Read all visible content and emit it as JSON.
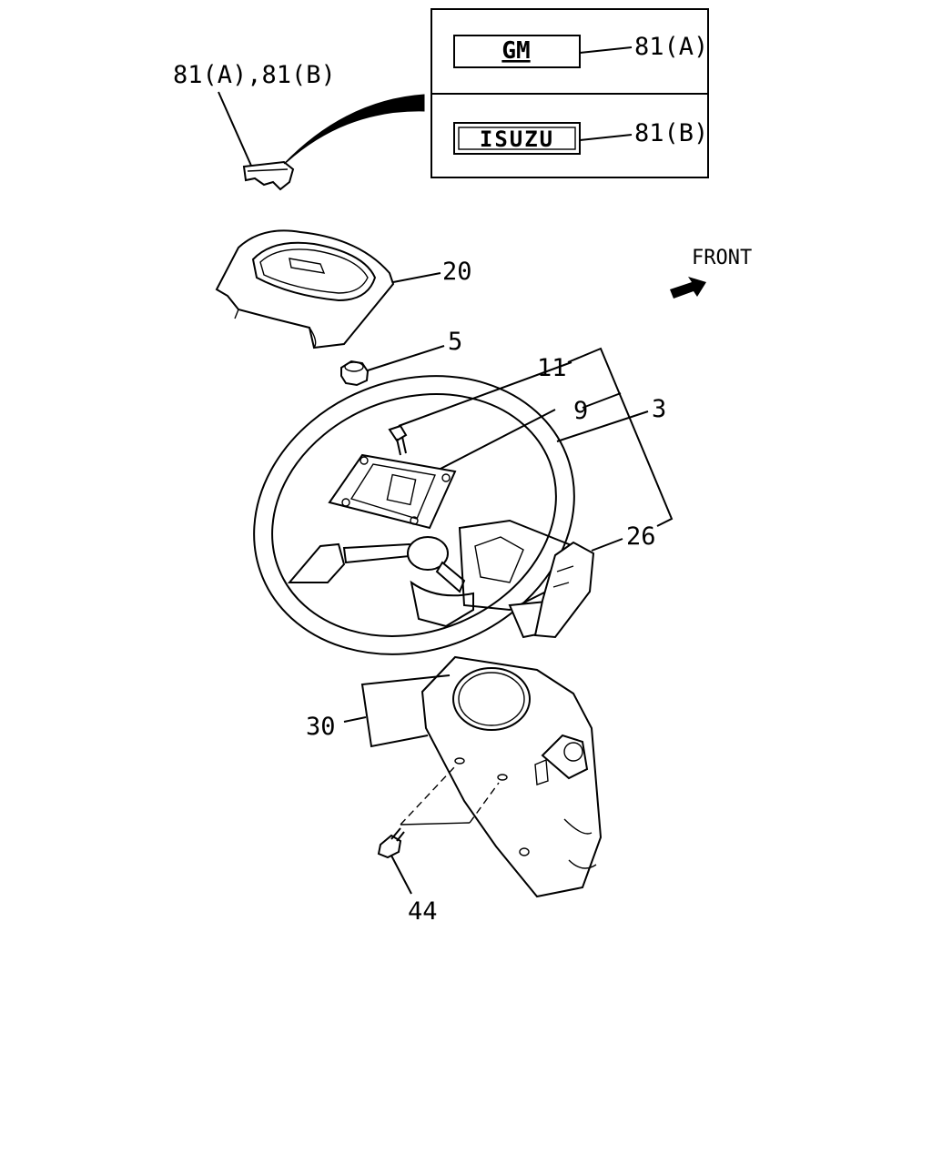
{
  "emblem_box": {
    "gm_text": "GM",
    "gm_callout": "81(A)",
    "isuzu_text": "ISUZU",
    "isuzu_callout": "81(B)"
  },
  "callouts": {
    "emblem": "81(A),81(B)",
    "horn_pad": "20",
    "nut": "5",
    "bolt": "11",
    "bracket": "9",
    "wheel": "3",
    "cover": "26",
    "column_cover": "30",
    "screw": "44"
  },
  "direction": {
    "label": "FRONT"
  }
}
